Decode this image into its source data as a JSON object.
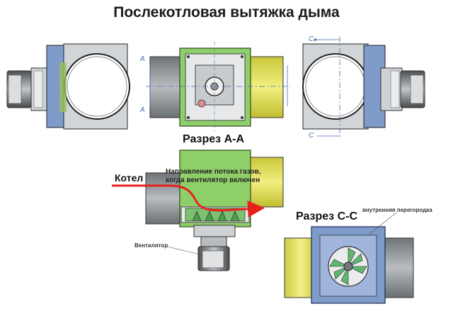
{
  "title": "Послекотловая вытяжка дыма",
  "labels": {
    "section_aa": "Разрез А-А",
    "section_cc": "Разрез С-С",
    "boiler": "Котел",
    "flow_direction": "Направление потока газов, когда вентилятор включен",
    "fan": "Вентилятор",
    "inner_partition": "внутренняя перегородка",
    "mark_a_top": "A",
    "mark_a_bottom": "A",
    "mark_c_top": "C",
    "mark_c_bottom": "C"
  },
  "colors": {
    "green": "#8fcf6a",
    "yellow": "#e8e661",
    "blue": "#7f9bc9",
    "gray": "#8a8f94",
    "arrow": "#e8201c"
  }
}
